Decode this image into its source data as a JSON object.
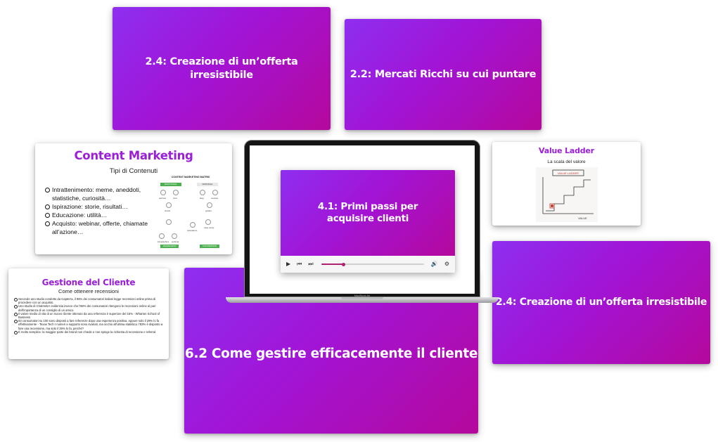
{
  "cards": {
    "offer_top": "2.4: Creazione di un’offerta irresistibile",
    "markets": "2.2: Mercati Ricchi su cui puntare",
    "offer_right": "2.4: Creazione di un’offerta irresistibile",
    "client": "6.2 Come gestire efficacemente il cliente"
  },
  "content_marketing": {
    "title": "Content Marketing",
    "subtitle": "Tipi di Contenuti",
    "items": [
      "Intrattenimento: meme, aneddoti, statistiche, curiosità…",
      "Ispirazione: storie, risultati…",
      "Educazione: utilità…",
      "Acquisto: webinar, offerte, chiamate all’azione…"
    ],
    "matrix": {
      "title": "CONTENT MARKETING MATRIX",
      "tags": [
        "EMOTIONAL",
        "RATIONAL",
        "AWARENESS",
        "CONVERSION"
      ],
      "labels": [
        "quizzes",
        "viral",
        "blog",
        "reviews",
        "charts",
        "guides",
        "infographics",
        "calculators",
        "case study",
        "webinar"
      ]
    }
  },
  "value_ladder": {
    "title": "Value Ladder",
    "subtitle": "La scala del valore",
    "sketch_title": "VALUE LADDER",
    "sketch_axis": "VALUE"
  },
  "gestione": {
    "title": "Gestione del Cliente",
    "subtitle": "Come ottenere recensioni",
    "items": [
      "Secondo uno studio condotto da Capterra, il 96% dei consumatori italiani legge recensioni online prima di procedere con un acquisto.",
      "Uno studio di Chatmeter evidenzia invece che l'88% dei consumatori ritengono le recensioni online al pari dell'importanza di un consiglio di un amico.",
      "Il valore medio di vita di un nuovo cliente ottenuto da una referenza è superiore del 16% - Wharton School of Business",
      "83 consumatori su 100 sono disposti a fare referenze dopo una esperienza positiva, eppure solo il 29% lo fa effettivamente - Texas Tech I numeri a supporto sono svariati, ma occhio all'ultima statistica: l'83% è disposto a fare una recensione, ma solo il 29% lo fa, perché?",
      "È molto semplice: la maggior parte dei brand non chiede e non spinge la richiesta di recensione e referral."
    ]
  },
  "laptop": {
    "brand": "MacBook Air",
    "video_title": "4.1: Primi passi per acquisire clienti",
    "progress": 0.22
  },
  "icons": {
    "play": "▶",
    "prev": "⏮",
    "next": "⏭",
    "volume": "🔊",
    "settings": "⚙"
  },
  "colors": {
    "accent": "#9a1fd6",
    "gradient_start": "#8e2ff0",
    "gradient_end": "#b5089c",
    "progress": "#b02270"
  }
}
